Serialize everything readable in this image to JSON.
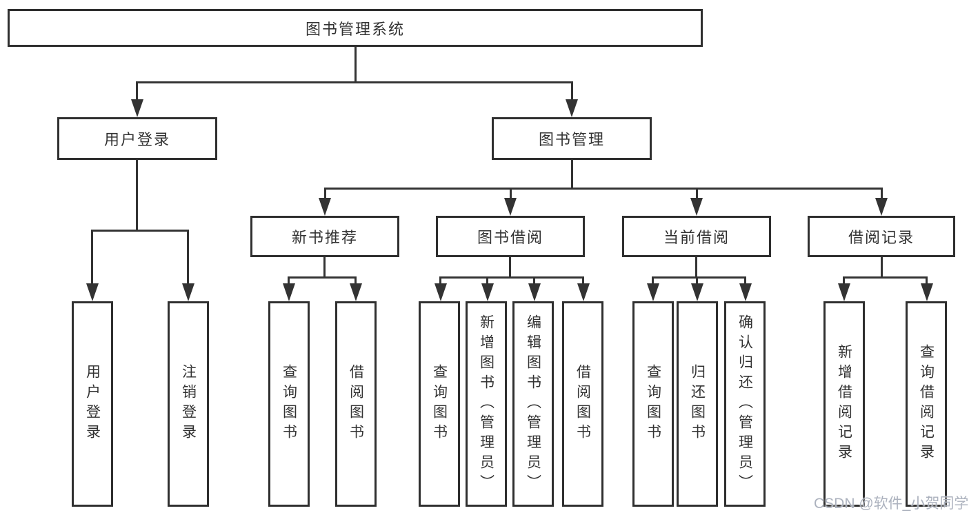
{
  "colors": {
    "line": "#333333",
    "box_border": "#2f2f2f",
    "box_background": "#ffffff",
    "text": "#333333",
    "watermark": "#a8aeba"
  },
  "root": {
    "label": "图书管理系统"
  },
  "level2": {
    "user_login": {
      "label": "用户登录"
    },
    "book_mgmt": {
      "label": "图书管理"
    }
  },
  "level3": {
    "new_books": {
      "label": "新书推荐"
    },
    "borrowing": {
      "label": "图书借阅"
    },
    "current": {
      "label": "当前借阅"
    },
    "records": {
      "label": "借阅记录"
    }
  },
  "leaves": {
    "user_login": [
      "用户登录",
      "注销登录"
    ],
    "new_books": [
      "查询图书",
      "借阅图书"
    ],
    "borrowing": [
      "查询图书",
      "新增图书（管理员）",
      "编辑图书（管理员）",
      "借阅图书"
    ],
    "current": [
      "查询图书",
      "归还图书",
      "确认归还（管理员）"
    ],
    "records": [
      "新增借阅记录",
      "查询借阅记录"
    ]
  },
  "watermark": "CSDN @软件_小贺同学"
}
